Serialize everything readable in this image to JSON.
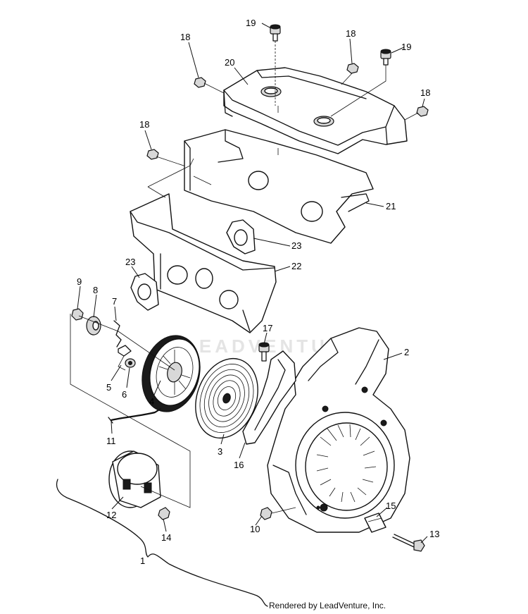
{
  "callouts": {
    "c1": "1",
    "c2": "2",
    "c3": "3",
    "c4": "4",
    "c5": "5",
    "c6": "6",
    "c7": "7",
    "c8": "8",
    "c9": "9",
    "c10": "10",
    "c11": "11",
    "c12": "12",
    "c13": "13",
    "c14": "14",
    "c15": "15",
    "c16": "16",
    "c17": "17",
    "c18a": "18",
    "c18b": "18",
    "c18c": "18",
    "c18d": "18",
    "c19a": "19",
    "c19b": "19",
    "c20": "20",
    "c21": "21",
    "c22": "22",
    "c23a": "23",
    "c23b": "23"
  },
  "watermark": "LEADVENTURE",
  "credit": "Rendered by LeadVenture, Inc."
}
